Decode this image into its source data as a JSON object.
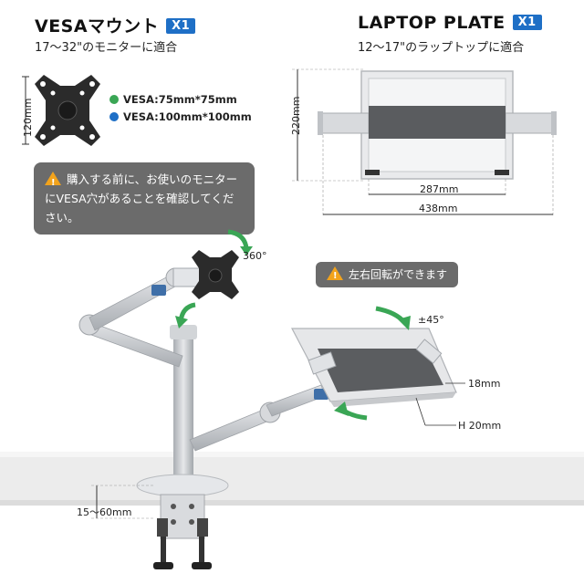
{
  "vesa_section": {
    "title": "VESAマウント",
    "badge": "X1",
    "subtitle": "17～32\"のモニターに適合",
    "height_label": "120mm",
    "specs": [
      "VESA:75mm*75mm",
      "VESA:100mm*100mm"
    ],
    "note": "購入する前に、お使いのモニターにVESA穴があることを確認してください。"
  },
  "laptop_section": {
    "title": "LAPTOP PLATE",
    "badge": "X1",
    "subtitle": "12～17\"のラップトップに適合",
    "height_label": "220mm",
    "inner_width_label": "287mm",
    "outer_width_label": "438mm"
  },
  "arm": {
    "rotation_label": "360°",
    "tilt_note": "左右回転ができます",
    "tilt_label": "±45°",
    "thickness_label": "18mm",
    "plate_height_label": "H 20mm",
    "clamp_label": "15～60mm"
  },
  "colors": {
    "badge": "#1e6fc6",
    "note_bg": "#6b6b6b",
    "warning": "#f2a31c",
    "arrow": "#3aa655",
    "metal": "#c9ccd0"
  }
}
